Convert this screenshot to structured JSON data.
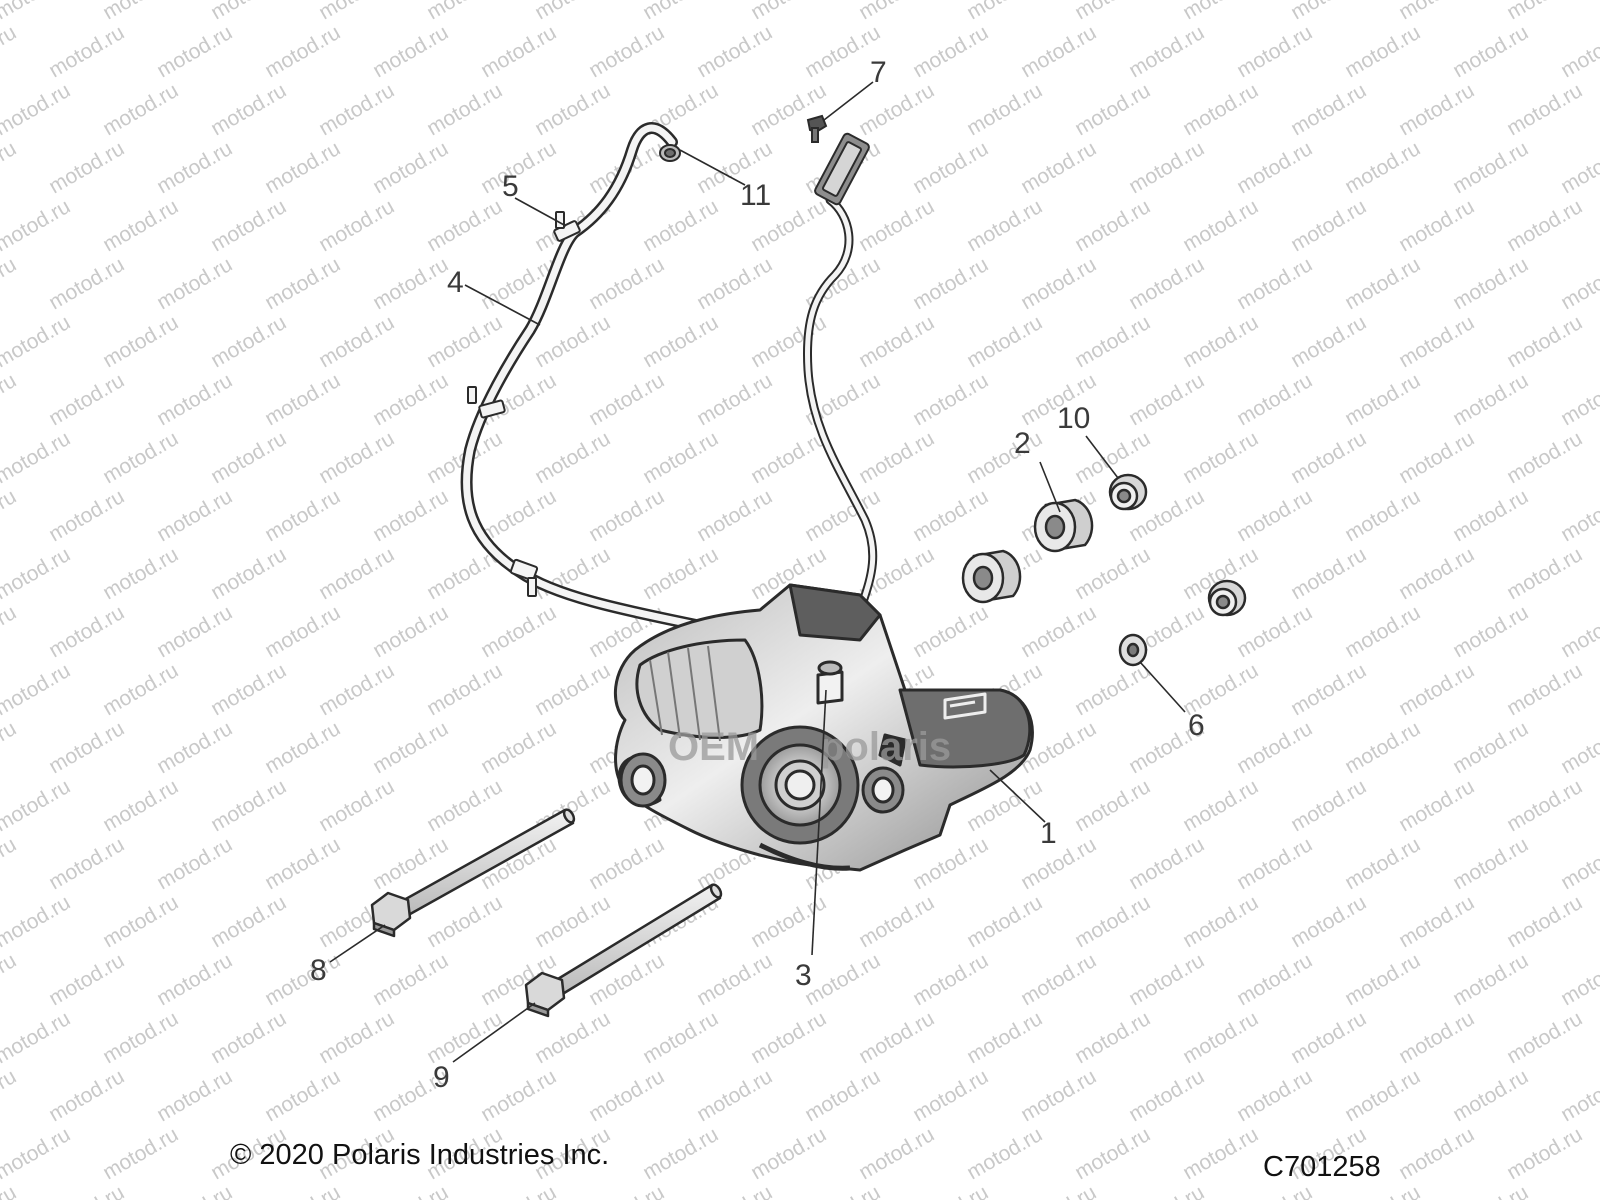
{
  "watermark": {
    "text": "motod.ru"
  },
  "brand_overlay": {
    "left": "OEM",
    "right": "polaris"
  },
  "callouts": [
    {
      "id": "1",
      "part": "differential-housing"
    },
    {
      "id": "2",
      "part": "bushing"
    },
    {
      "id": "3",
      "part": "sensor"
    },
    {
      "id": "4",
      "part": "vent-hose"
    },
    {
      "id": "5",
      "part": "hose-clip"
    },
    {
      "id": "6",
      "part": "washer"
    },
    {
      "id": "7",
      "part": "connector-clip"
    },
    {
      "id": "8",
      "part": "bolt"
    },
    {
      "id": "9",
      "part": "bolt"
    },
    {
      "id": "10",
      "part": "bushing-sleeve"
    },
    {
      "id": "11",
      "part": "vent-fitting"
    }
  ],
  "footer": {
    "copyright": "© 2020 Polaris Industries Inc.",
    "figure_code": "C701258"
  },
  "colors": {
    "line": "#2b2b2b",
    "part_fill": "#e6e6e6",
    "part_shade": "#a8a8a8",
    "watermark": "#c9c9c9"
  }
}
